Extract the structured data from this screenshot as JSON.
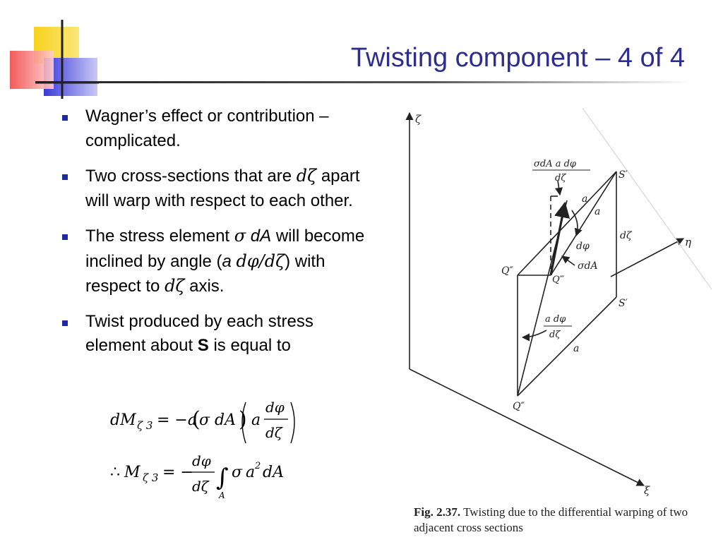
{
  "slide": {
    "title": "Twisting component – 4 of 4"
  },
  "bullets": [
    {
      "id": "b1",
      "text": "Wagner’s effect or contribution – complicated."
    },
    {
      "id": "b2",
      "text_before": "Two cross-sections that are ",
      "math": "dζ",
      "text_after": " apart will warp with respect to each other."
    },
    {
      "id": "b3",
      "text_before": "The stress element ",
      "math_sigma": "σ",
      "math_dA": " dA",
      "text_mid": " will become inclined by angle (",
      "math_angle_a": "a",
      "math_angle_ratio": "dφ/dζ",
      "text_mid2": ") with respect to ",
      "math_axis": "dζ",
      "text_after": " axis."
    },
    {
      "id": "b4",
      "text_before": "Twist produced by each stress element about ",
      "bold": "S",
      "text_after": " is equal to"
    }
  ],
  "equations": {
    "eq1": {
      "lhs": "dM",
      "lhs_sub": "ζ 3",
      "rhs_prefix": "= −a",
      "paren_content": "σ dA",
      "factor": "a",
      "frac_num": "dφ",
      "frac_den": "dζ"
    },
    "eq2": {
      "therefore": "∴",
      "lhs": "M",
      "lhs_sub": "ζ 3",
      "eq_sign": "= −",
      "frac_num": "dφ",
      "frac_den": "dζ",
      "integral": "∫",
      "integral_sub": "A",
      "integrand_sigma": "σ",
      "integrand_a": "a",
      "integrand_exp": "2",
      "integrand_dA": "dA"
    }
  },
  "figure": {
    "labels": {
      "zeta_axis": "ζ",
      "eta_axis": "η",
      "xi_axis": "ξ",
      "top_frac_num": "σdA a dφ",
      "top_frac_den": "dζ",
      "s_prime_top": "S′",
      "s_prime_bottom": "S′",
      "a1": "a",
      "a2": "a",
      "a3": "a",
      "dzeta": "dζ",
      "dphi": "dφ",
      "sigma_dA": "σdA",
      "q_double_prime_top": "Q″",
      "q_triple_prime": "Q‴",
      "q_double_prime_bottom": "Q″",
      "mid_frac_num": "a dφ",
      "mid_frac_den": "dζ"
    },
    "caption_number": "Fig. 2.37.",
    "caption_text": "Twisting due to the differential warping of two adjacent cross sections"
  },
  "colors": {
    "title": "#2d2d8f",
    "bullet_marker": "#1e2a9e",
    "deco_yellow": "#f7d31b",
    "deco_red": "#f04848",
    "deco_blue": "#3a3ad8"
  }
}
